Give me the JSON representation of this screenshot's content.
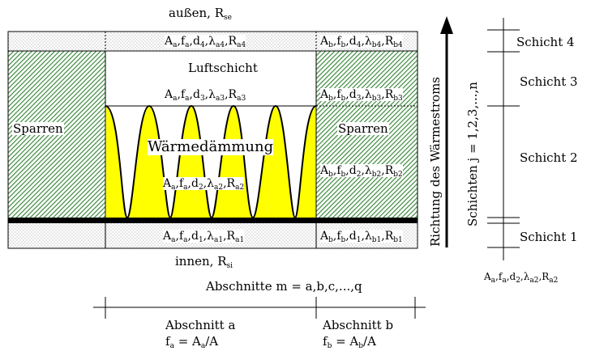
{
  "labels": {
    "top": "außen, R",
    "top_sub": "se",
    "bottom": "innen, R",
    "bottom_sub": "si",
    "luftschicht": "Luftschicht",
    "sparren_left": "Sparren",
    "sparren_right": "Sparren",
    "waermedaemmung": "Wärmedämmung",
    "flow_direction": "Richtung des Wärmestroms",
    "schichten": "Schichten  j = 1,2,3,...,n",
    "abschnitte": "Abschnitte  m = a,b,c,...,q",
    "abschnitt_a": "Abschnitt a",
    "abschnitt_b": "Abschnitt b",
    "fa_formula": "f",
    "fb_formula": "f"
  },
  "layers": [
    "Schicht 4",
    "Schicht 3",
    "Schicht 2",
    "Schicht 1"
  ],
  "cell_labels": {
    "a4": "A_a,f_a,d_4,λ_a4,R_a4",
    "a3": "A_a,f_a,d_3,λ_a3,R_a3",
    "a2": "A_a,f_a,d_2,λ_a2,R_a2",
    "a1": "A_a,f_a,d_1,λ_a1,R_a1",
    "b4": "A_b,f_b,d_4,λ_b4,R_b4",
    "b3": "A_b,f_b,d_3,λ_b3,R_b3",
    "b2": "A_b,f_b,d_2,λ_b2,R_b2",
    "b1": "A_b,f_b,d_1,λ_b1,R_b1",
    "legend_example": "A_a,f_a,d_2,λ_a2,R_a2"
  },
  "colors": {
    "insulation": "#ffff00",
    "hatch_green": "#2e7d32"
  }
}
